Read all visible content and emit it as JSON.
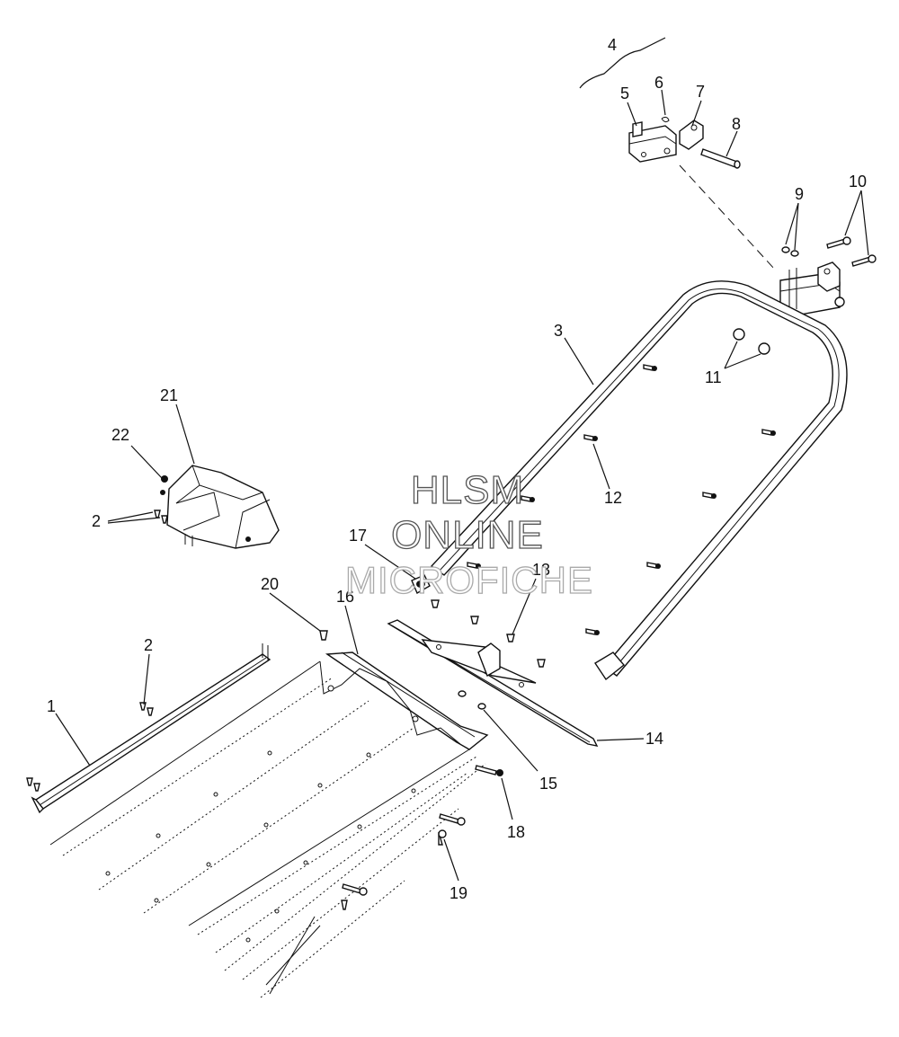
{
  "watermark": {
    "line1": "HLSM",
    "line2": "ONLINE",
    "line3": "MICROFICHE"
  },
  "callouts": [
    "1",
    "2",
    "2",
    "3",
    "4",
    "5",
    "6",
    "7",
    "8",
    "9",
    "10",
    "11",
    "12",
    "13",
    "14",
    "15",
    "16",
    "17",
    "18",
    "19",
    "20",
    "21",
    "22"
  ]
}
